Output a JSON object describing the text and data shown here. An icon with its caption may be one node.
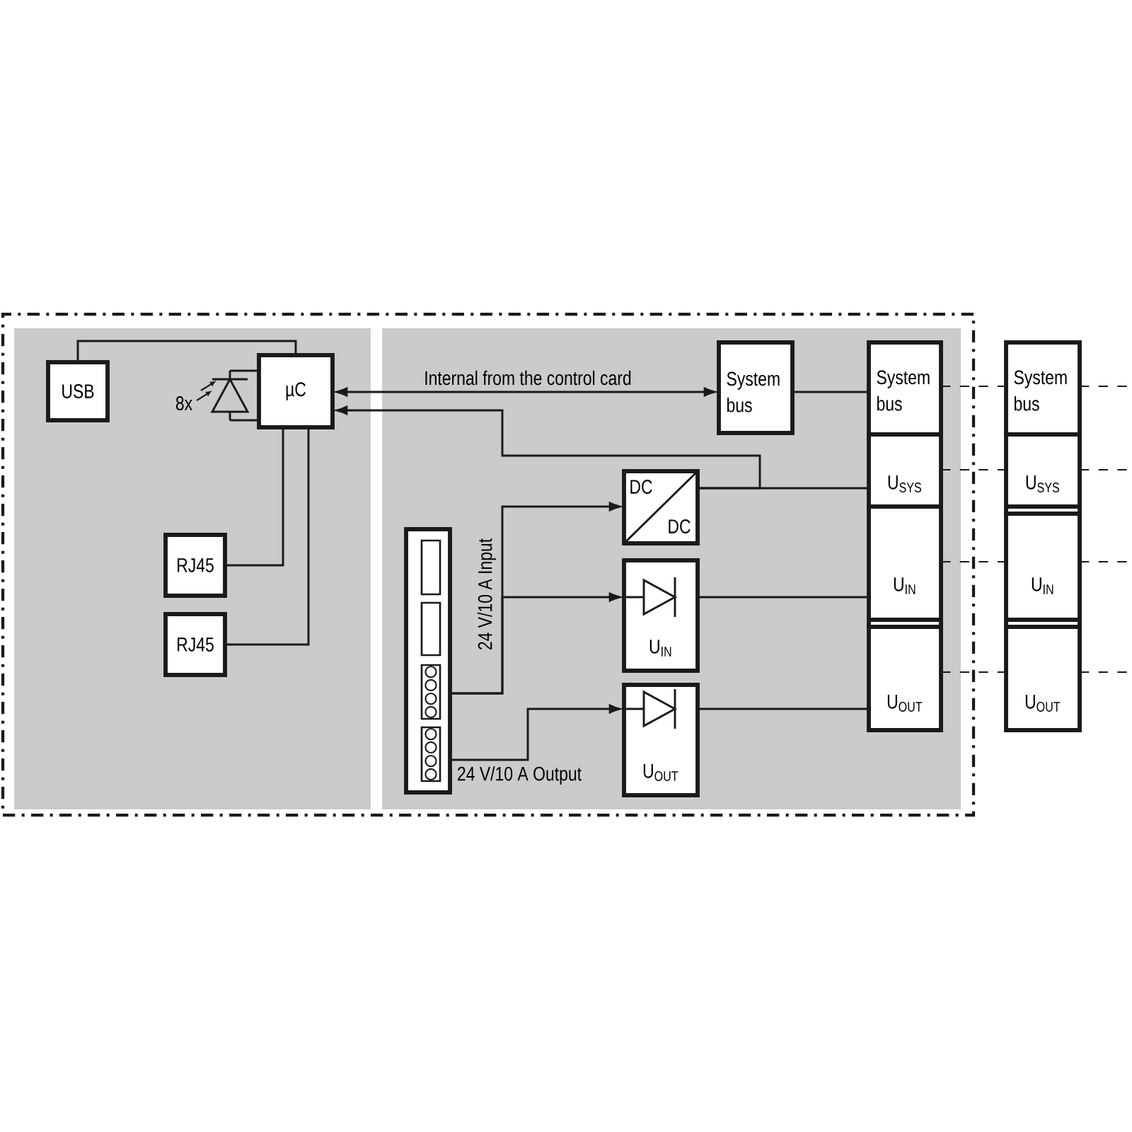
{
  "diagram": {
    "nodes": [
      {
        "text": [],
        "shape": "box"
      },
      {
        "text": [],
        "shape": "box",
        "in": 0
      },
      {
        "text": [
          "USB"
        ],
        "in": 1
      },
      {
        "text": [],
        "shape": "diode",
        "beside": [
          "8x"
        ],
        "in": 1
      },
      {
        "text": [
          "µC"
        ],
        "in": 1
      },
      {
        "text": [
          "RJ45"
        ],
        "in": 1
      },
      {
        "text": [
          "RJ45"
        ],
        "in": 1
      },
      {
        "text": [],
        "shape": "box",
        "in": 0
      },
      {
        "text": [
          "System bus"
        ],
        "in": 7
      },
      {
        "text": [],
        "shape": "picture",
        "in": 7
      },
      {
        "text": [
          "DC",
          "DC"
        ],
        "in": 7
      },
      {
        "text": [
          "U$_{IN}$"
        ],
        "in": 7
      },
      {
        "text": [
          "U$_{OUT}$"
        ],
        "in": 7
      },
      {
        "text": [
          "System bus"
        ],
        "in": 7
      },
      {
        "text": [
          "U$_{SYS}$"
        ],
        "in": 7
      },
      {
        "text": [
          "U$_{IN}$"
        ],
        "in": 7
      },
      {
        "text": [
          "U$_{OUT}$"
        ],
        "in": 7
      },
      {
        "text": [
          "System bus"
        ]
      },
      {
        "text": [
          "U$_{SYS}$"
        ]
      },
      {
        "text": [
          "U$_{IN}$"
        ]
      },
      {
        "text": [
          "U$_{OUT}$"
        ]
      }
    ],
    "edges": [
      {
        "from": 2,
        "to": 4,
        "arrow": "none"
      },
      {
        "from": 3,
        "to": 4,
        "arrow": "none"
      },
      {
        "from": 3,
        "to": 4,
        "arrow": "none"
      },
      {
        "from": 4,
        "to": 5,
        "arrow": "none"
      },
      {
        "from": 4,
        "to": 6,
        "arrow": "none"
      },
      {
        "from": 4,
        "to": 8,
        "arrow": "both",
        "label": "Internal from the control card"
      },
      {
        "from": 10,
        "to": 4,
        "arrow": "to"
      },
      {
        "from": 10,
        "to": 14,
        "arrow": "none"
      },
      {
        "from": 9,
        "to": 10,
        "arrow": "to",
        "label": "24 V/10 A Input"
      },
      {
        "from": 9,
        "to": 11,
        "arrow": "to"
      },
      {
        "from": 9,
        "to": 12,
        "arrow": "to",
        "label": "24 V/10 A Output"
      },
      {
        "from": 8,
        "to": 13,
        "arrow": "none"
      },
      {
        "from": 11,
        "to": 15,
        "arrow": "none"
      },
      {
        "from": 12,
        "to": 16,
        "arrow": "none"
      },
      {
        "from": 13,
        "to": 17,
        "arrow": "none",
        "style": "dashed"
      },
      {
        "from": 14,
        "to": 18,
        "arrow": "none",
        "style": "dashed"
      },
      {
        "from": 15,
        "to": 19,
        "arrow": "none",
        "style": "dashed"
      },
      {
        "from": 16,
        "to": 20,
        "arrow": "none",
        "style": "dashed"
      },
      {
        "from": 17,
        "to": null,
        "arrow": "none",
        "style": "dashed"
      },
      {
        "from": 18,
        "to": null,
        "arrow": "none",
        "style": "dashed"
      },
      {
        "from": 19,
        "to": null,
        "arrow": "none",
        "style": "dashed"
      },
      {
        "from": 20,
        "to": null,
        "arrow": "none",
        "style": "dashed"
      }
    ]
  }
}
